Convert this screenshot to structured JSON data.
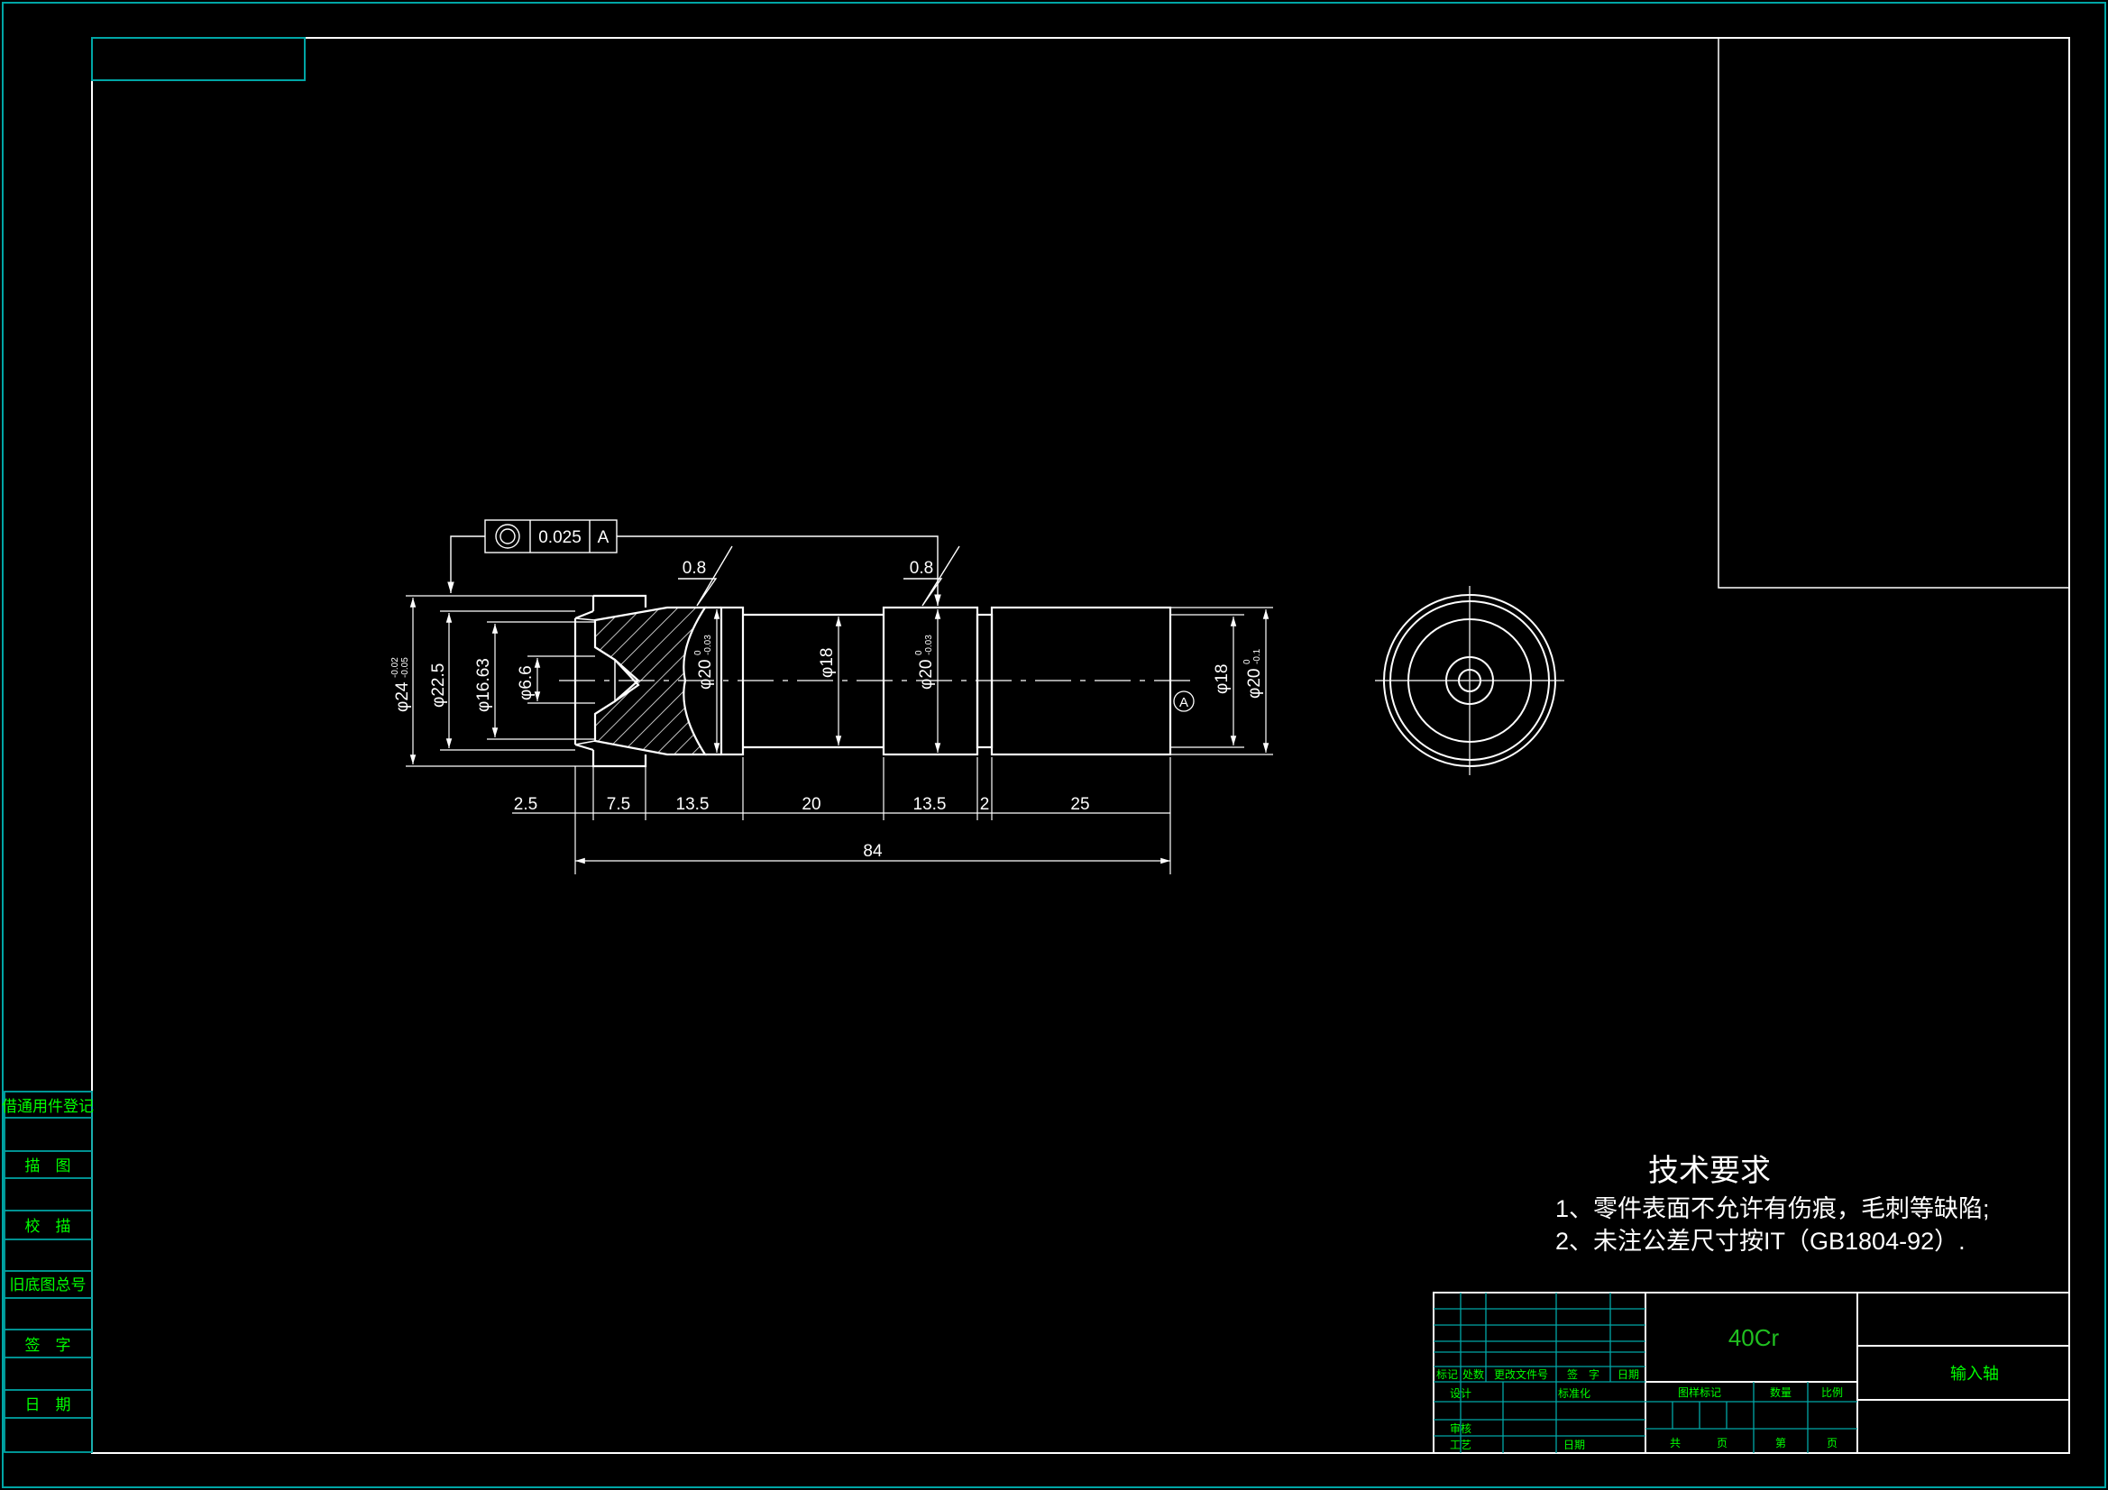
{
  "colors": {
    "background": "#000000",
    "frame_teal": "#00a6a6",
    "line_white": "#ffffff",
    "label_green": "#00ff00",
    "title_green": "#20c020"
  },
  "tolerance_frame": {
    "symbol": "concentricity-icon",
    "value": "0.025",
    "datum": "A"
  },
  "surface_finish": [
    "0.8",
    "0.8"
  ],
  "datum_marker": "A",
  "diameters": {
    "d24": "φ24",
    "d24_tol_upper": "-0.02",
    "d24_tol_lower": "-0.05",
    "d22_5": "φ22.5",
    "d16_63": "φ16.63",
    "d6_6": "φ6.6",
    "d20_a": "φ20",
    "d20_a_tol_upper": "0",
    "d20_a_tol_lower": "-0.03",
    "d18_a": "φ18",
    "d20_b": "φ20",
    "d20_b_tol_upper": "0",
    "d20_b_tol_lower": "-0.03",
    "d18_b": "φ18",
    "d20_c": "φ20",
    "d20_c_tol_upper": "0",
    "d20_c_tol_lower": "-0.1"
  },
  "lengths": {
    "l1": "2.5",
    "l2": "7.5",
    "l3": "13.5",
    "l4": "20",
    "l5": "13.5",
    "l6": "2",
    "l7": "25",
    "total": "84"
  },
  "left_strip": {
    "items": [
      "借通用件登记",
      "描　图",
      "校　描",
      "旧底图总号",
      "签　字",
      "日　期"
    ]
  },
  "tech": {
    "title": "技术要求",
    "lines": [
      "1、零件表面不允许有伤痕，毛刺等缺陷;",
      "2、未注公差尺寸按IT（GB1804-92）."
    ]
  },
  "title_block": {
    "material": "40Cr",
    "part_name": "输入轴",
    "rev_headers": [
      "标记",
      "处数",
      "更改文件号",
      "签　字",
      "日期"
    ],
    "roles": [
      "设计",
      "标准化",
      "审核",
      "工艺",
      "日期"
    ],
    "info_headers": [
      "图样标记",
      "数量",
      "比例"
    ],
    "sheet_labels": [
      "共",
      "页",
      "第",
      "页"
    ]
  }
}
